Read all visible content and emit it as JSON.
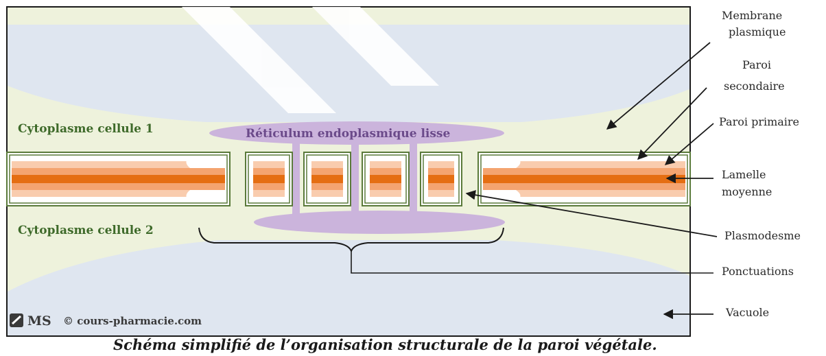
{
  "labels": {
    "membrane": [
      "Membrane",
      "plasmique"
    ],
    "paroi_secondaire": [
      "Paroi",
      "secondaire"
    ],
    "paroi_primaire": "Paroi primaire",
    "lamelle": [
      "Lamelle",
      "moyenne"
    ],
    "plasmodesme": "Plasmodesme",
    "ponctuations": "Ponctuations",
    "vacuole": "Vacuole"
  },
  "cytoplasm_1": "Cytoplasme cellule 1",
  "cytoplasm_2": "Cytoplasme cellule 2",
  "reticulum": "Réticulum endoplasmique lisse",
  "watermark": {
    "initials": "MS",
    "site": "© cours-pharmacie.com"
  },
  "caption": "Schéma simplifié de l’organisation structurale de la paroi végétale.",
  "colors": {
    "vacuole": "#dfe6f0",
    "cytoplasm": "#eef2dc",
    "membrane": "#5a7a3a",
    "secondary_wall": "#f9ccae",
    "primary_wall": "#f4a470",
    "middle_lamella": "#e56e12",
    "reticulum": "#cbb4dc"
  }
}
